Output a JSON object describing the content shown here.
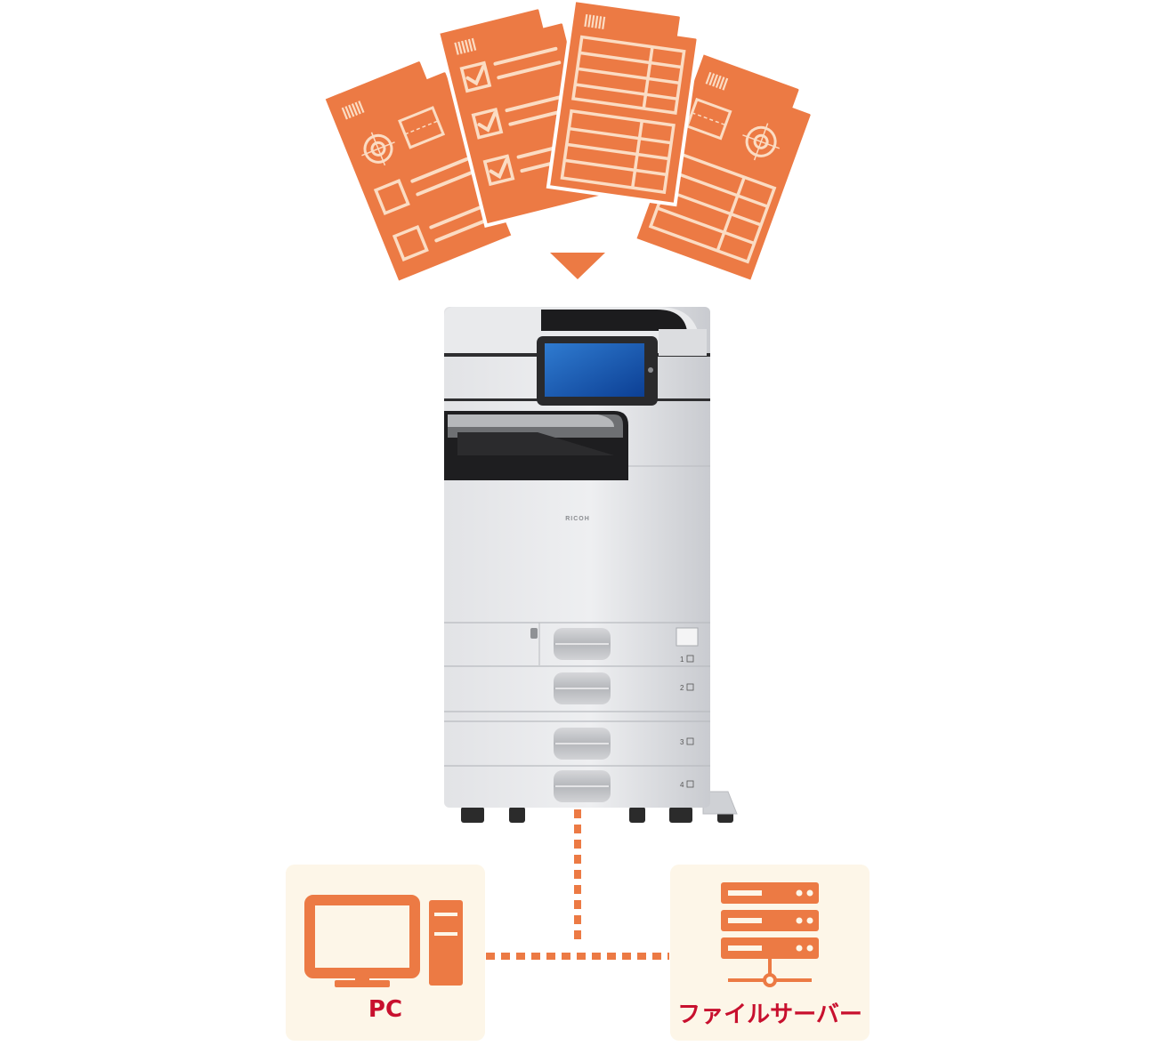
{
  "colors": {
    "accent": "#ec7a44",
    "accent_line": "#fbdcc3",
    "label_red": "#c8102e",
    "box_bg": "#fdf6e8"
  },
  "documents": [
    {
      "name": "document-target-form",
      "icons": [
        "barcode-icon",
        "target-icon",
        "checkbox-icon"
      ]
    },
    {
      "name": "document-checklist",
      "icons": [
        "barcode-icon",
        "checkmark-icon"
      ]
    },
    {
      "name": "document-table-form",
      "icons": [
        "barcode-icon",
        "table-icon"
      ]
    },
    {
      "name": "document-target-table",
      "icons": [
        "barcode-icon",
        "target-icon",
        "table-icon"
      ]
    }
  ],
  "flow_arrow_icon": "down-triangle-icon",
  "printer": {
    "brand": "RICOH",
    "trays": [
      "1",
      "2",
      "3",
      "4"
    ]
  },
  "nodes": {
    "pc": {
      "label": "PC",
      "icon": "desktop-computer-icon"
    },
    "server": {
      "label": "ファイルサーバー",
      "icon": "server-icon"
    }
  },
  "connection_style": "dotted"
}
